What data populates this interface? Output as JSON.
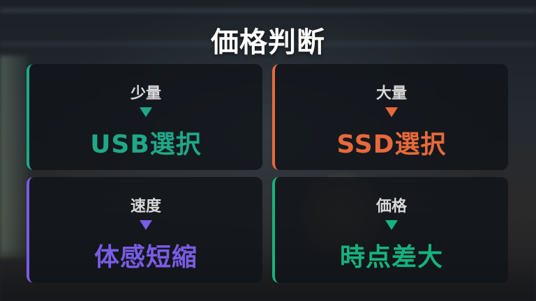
{
  "title": "価格判断",
  "colors": {
    "teal": "#1fa888",
    "orange": "#e8693a",
    "purple": "#7a5ce6",
    "green": "#16b37e"
  },
  "cards": [
    {
      "label": "少量",
      "result": "USB選択",
      "color": "#1fa888"
    },
    {
      "label": "大量",
      "result": "SSD選択",
      "color": "#e8693a"
    },
    {
      "label": "速度",
      "result": "体感短縮",
      "color": "#7a5ce6"
    },
    {
      "label": "価格",
      "result": "時点差大",
      "color": "#16b37e"
    }
  ]
}
